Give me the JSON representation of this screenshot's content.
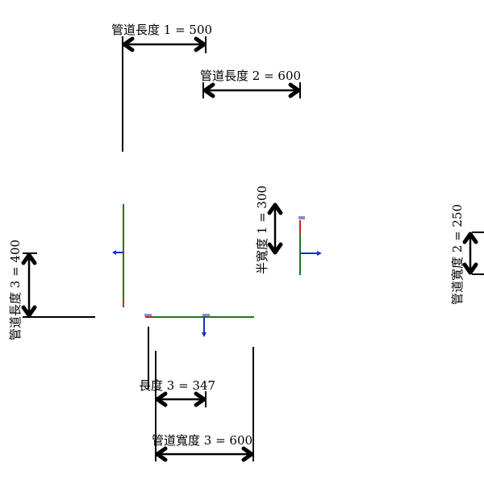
{
  "dimensions": {
    "pipe_length_1": "管道長度 1 = 500",
    "pipe_length_2": "管道長度 2 = 600",
    "pipe_length_3": "管道長度 3 = 400",
    "half_width_1": "半寬度 1 = 300",
    "pipe_width_2": "管道寬度 2 = 250",
    "length_3": "長度 3 = 347",
    "pipe_width_3": "管道寬度 3 = 600"
  },
  "colors": {
    "pipe": "#1a7a1a",
    "end": "#d02020",
    "normal": "#1a2fc0"
  }
}
